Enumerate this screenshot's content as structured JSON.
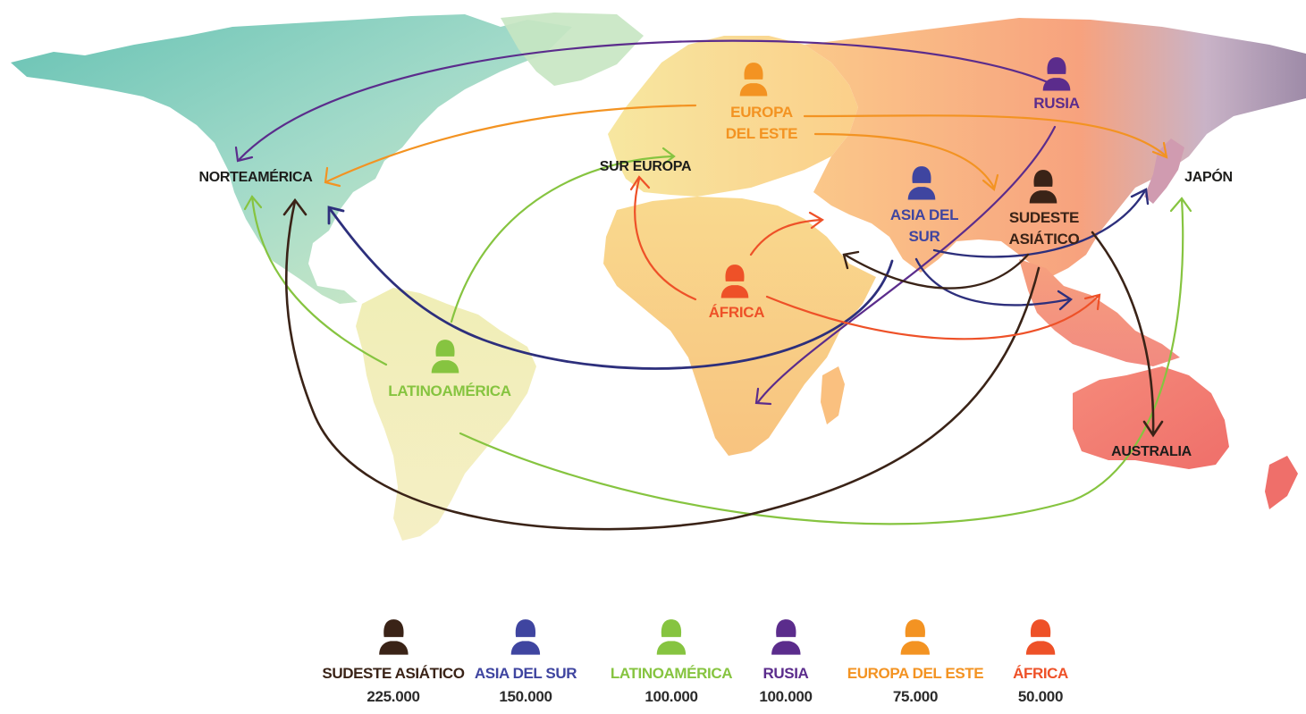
{
  "colors": {
    "sudeste_asiatico": "#3a2317",
    "asia_del_sur": "#3f45a0",
    "latinoamerica": "#86c440",
    "rusia": "#5b2c8c",
    "europa_del_este": "#f39322",
    "africa": "#ee5128",
    "destination_text": "#1d1d1b"
  },
  "origins": [
    {
      "id": "rusia",
      "lines": [
        "RUSIA"
      ],
      "color": "#5b2c8c"
    },
    {
      "id": "europa_del_este",
      "lines": [
        "EUROPA",
        "DEL ESTE"
      ],
      "color": "#f39322"
    },
    {
      "id": "asia_del_sur",
      "lines": [
        "ASIA DEL",
        "SUR"
      ],
      "color": "#3f45a0"
    },
    {
      "id": "sudeste_asiatico",
      "lines": [
        "SUDESTE",
        "ASIÁTICO"
      ],
      "color": "#3a2317"
    },
    {
      "id": "africa",
      "lines": [
        "ÁFRICA"
      ],
      "color": "#ee5128"
    },
    {
      "id": "latinoamerica",
      "lines": [
        "LATINOAMÉRICA"
      ],
      "color": "#86c440"
    }
  ],
  "destinations": [
    {
      "id": "norteamerica",
      "label": "NORTEAMÉRICA"
    },
    {
      "id": "sur_europa",
      "label": "SUR EUROPA"
    },
    {
      "id": "japon",
      "label": "JAPÓN"
    },
    {
      "id": "australia",
      "label": "AUSTRALIA"
    }
  ],
  "legend": [
    {
      "id": "sudeste_asiatico",
      "name": "SUDESTE ASIÁTICO",
      "value": "225.000",
      "color": "#3a2317"
    },
    {
      "id": "asia_del_sur",
      "name": "ASIA DEL SUR",
      "value": "150.000",
      "color": "#3f45a0"
    },
    {
      "id": "latinoamerica",
      "name": "LATINOAMÉRICA",
      "value": "100.000",
      "color": "#86c440"
    },
    {
      "id": "rusia",
      "name": "RUSIA",
      "value": "100.000",
      "color": "#5b2c8c"
    },
    {
      "id": "europa_del_este",
      "name": "EUROPA DEL ESTE",
      "value": "75.000",
      "color": "#f39322"
    },
    {
      "id": "africa",
      "name": "ÁFRICA",
      "value": "50.000",
      "color": "#ee5128"
    }
  ],
  "flows": [
    {
      "from": "rusia",
      "to": "norteamerica",
      "color": "#5b2c8c"
    },
    {
      "from": "rusia",
      "to": "africa_sur",
      "color": "#5b2c8c"
    },
    {
      "from": "europa_del_este",
      "to": "norteamerica",
      "color": "#f39322"
    },
    {
      "from": "europa_del_este",
      "to": "japon",
      "color": "#f39322"
    },
    {
      "from": "europa_del_este",
      "to": "sudeste_asiatico",
      "color": "#f39322"
    },
    {
      "from": "latinoamerica",
      "to": "norteamerica",
      "color": "#86c440"
    },
    {
      "from": "latinoamerica",
      "to": "sur_europa",
      "color": "#86c440"
    },
    {
      "from": "latinoamerica",
      "to": "japon",
      "color": "#86c440"
    },
    {
      "from": "asia_del_sur",
      "to": "norteamerica",
      "color": "#3f45a0"
    },
    {
      "from": "asia_del_sur",
      "to": "japon",
      "color": "#3f45a0"
    },
    {
      "from": "asia_del_sur",
      "to": "sudeste_asiatico",
      "color": "#3f45a0"
    },
    {
      "from": "sudeste_asiatico",
      "to": "norteamerica",
      "color": "#3a2317"
    },
    {
      "from": "sudeste_asiatico",
      "to": "australia",
      "color": "#3a2317"
    },
    {
      "from": "sudeste_asiatico",
      "to": "oriente_medio",
      "color": "#3a2317"
    },
    {
      "from": "africa",
      "to": "sur_europa",
      "color": "#ee5128"
    },
    {
      "from": "africa",
      "to": "oriente_medio",
      "color": "#ee5128"
    },
    {
      "from": "africa",
      "to": "sudeste_asiatico",
      "color": "#ee5128"
    }
  ]
}
